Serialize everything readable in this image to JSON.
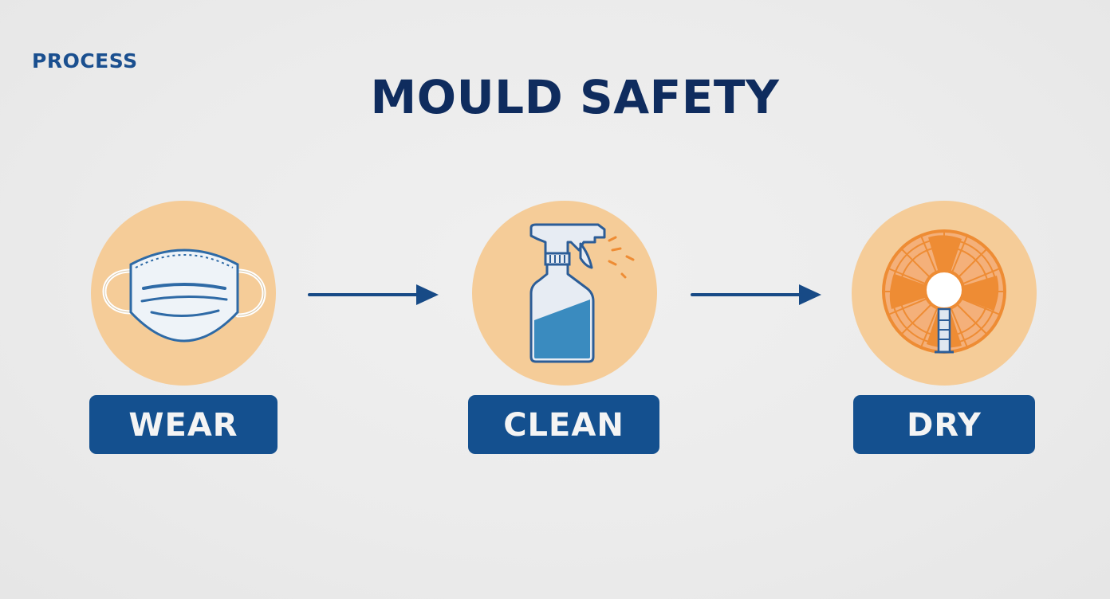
{
  "header": {
    "kicker": "PROCESS",
    "title": "MOULD SAFETY"
  },
  "steps": [
    {
      "label": "WEAR",
      "icon": "face-mask-icon"
    },
    {
      "label": "CLEAN",
      "icon": "spray-bottle-icon"
    },
    {
      "label": "DRY",
      "icon": "fan-icon"
    }
  ],
  "colors": {
    "circle": "#f5cc98",
    "label_background": "#14508f",
    "title": "#0f2c5e",
    "accent_orange": "#ee8c34",
    "accent_blue": "#3a8bbf"
  }
}
